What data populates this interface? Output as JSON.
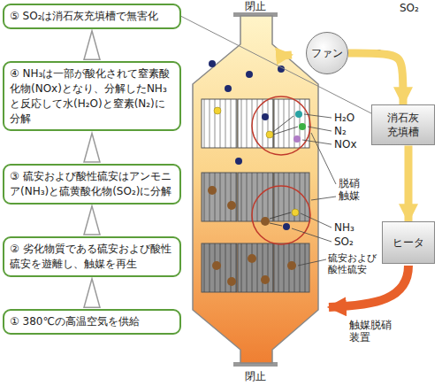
{
  "diagram": {
    "nodes": [
      {
        "text": [
          "⑤ SO₂は消石灰充填槽で無害化"
        ]
      },
      {
        "text": [
          "④ NH₃は一部が酸化されて窒素酸化物(NOx)となり、分解したNH₃と反応して水(H₂O)と窒素(N₂)に分解"
        ]
      },
      {
        "text": [
          "③ 硫安および酸性硫安はアンモニア(NH₃)と硫黄酸化物(SO₂)に分解"
        ]
      },
      {
        "text": [
          "② 劣化物質である硫安および酸性硫安を遊離し、触媒を再生"
        ]
      },
      {
        "text": [
          "① 380℃の高温空気を供給"
        ]
      },
      {
        "text": [
          "ファン"
        ]
      },
      {
        "text": [
          "消石灰充填槽"
        ]
      },
      {
        "text": [
          "ヒータ"
        ]
      }
    ],
    "edges": [
      {
        "from": 4,
        "to": 3,
        "arrow": "to"
      },
      {
        "from": 3,
        "to": 2,
        "arrow": "to"
      },
      {
        "from": 2,
        "to": 1,
        "arrow": "to"
      },
      {
        "from": 1,
        "to": 0,
        "arrow": "to"
      },
      {
        "from": 5,
        "to": 6,
        "arrow": "to"
      },
      {
        "from": 6,
        "to": 7,
        "arrow": "to"
      },
      {
        "from": 0,
        "to": 6,
        "arrow": "none"
      }
    ],
    "labels": [
      "閉止",
      "閉止",
      "SO₂",
      "H₂O",
      "N₂",
      "NOx",
      "脱硝触媒",
      "NH₃",
      "SO₂",
      "硫安および酸性硫安",
      "触媒脱硝装置"
    ]
  }
}
